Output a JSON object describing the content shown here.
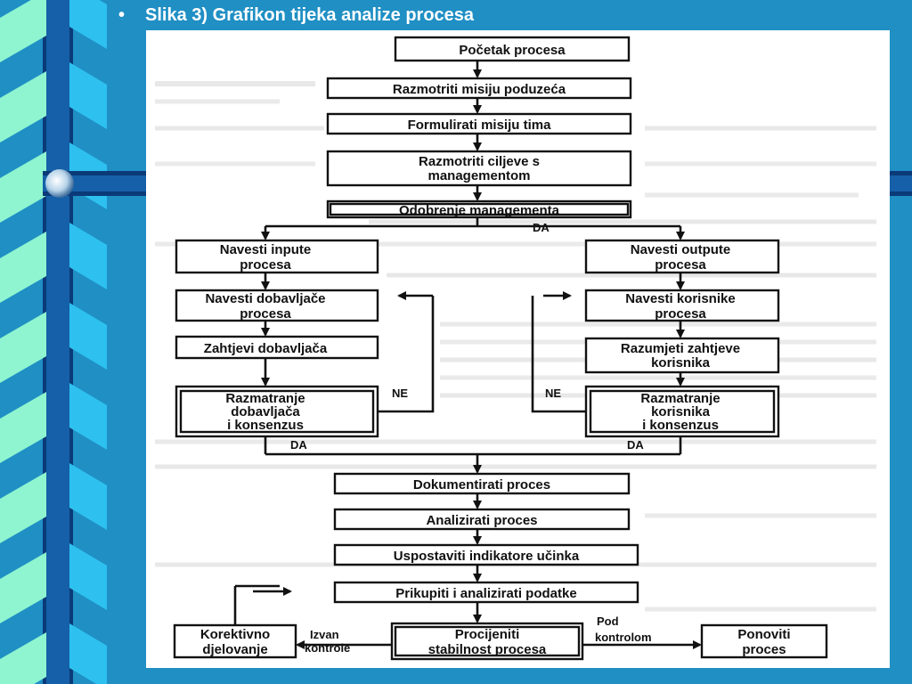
{
  "slide": {
    "bullet": "•",
    "title": "Slika 3) Grafikon tijeka analize procesa"
  },
  "flow": {
    "pocetak": "Početak procesa",
    "misija_poduzeca": "Razmotriti misiju poduzeća",
    "misija_tima": "Formulirati misiju tima",
    "ciljevi_1": "Razmotriti ciljeve s",
    "ciljevi_2": "managementom",
    "odobrenje": "Odobrenje managementa",
    "da_top": "DA",
    "inputi_1": "Navesti inpute",
    "inputi_2": "procesa",
    "outputi_1": "Navesti outpute",
    "outputi_2": "procesa",
    "dobavljaci_1": "Navesti dobavljače",
    "dobavljaci_2": "procesa",
    "korisnici_1": "Navesti korisnike",
    "korisnici_2": "procesa",
    "zahtjevi_dob": "Zahtjevi dobavljača",
    "zahtjeve_kor_1": "Razumjeti zahtjeve",
    "zahtjeve_kor_2": "korisnika",
    "razm_dob_1": "Razmatranje",
    "razm_dob_2": "dobavljača",
    "razm_dob_3": "i konsenzus",
    "razm_kor_1": "Razmatranje",
    "razm_kor_2": "korisnika",
    "razm_kor_3": "i konsenzus",
    "ne_left": "NE",
    "ne_right": "NE",
    "da_left": "DA",
    "da_right": "DA",
    "dokumentirati": "Dokumentirati proces",
    "analizirati": "Analizirati proces",
    "indikatori": "Uspostaviti indikatore učinka",
    "prikupiti": "Prikupiti i analizirati podatke",
    "korektivno_1": "Korektivno",
    "korektivno_2": "djelovanje",
    "izvan_1": "Izvan",
    "izvan_2": "kontrole",
    "stabilnost_1": "Procijeniti",
    "stabilnost_2": "stabilnost procesa",
    "pod_1": "Pod",
    "pod_2": "kontrolom",
    "ponoviti_1": "Ponoviti",
    "ponoviti_2": "proces"
  }
}
